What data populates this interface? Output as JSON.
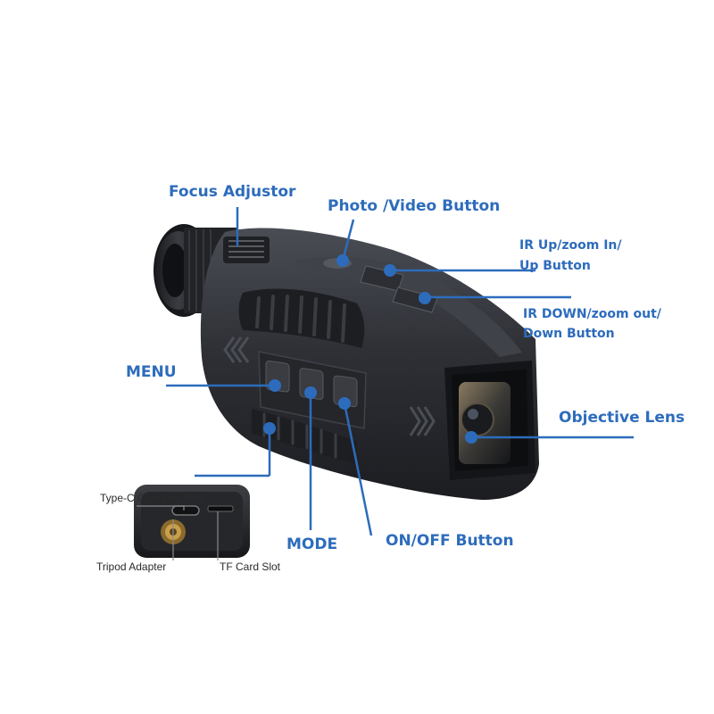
{
  "labels": {
    "focus_adjustor": "Focus Adjustor",
    "photo_video": "Photo /Video Button",
    "ir_up_line1": "IR Up/zoom In/",
    "ir_up_line2": "Up Button",
    "ir_down_line1": "IR DOWN/zoom out/",
    "ir_down_line2": "Down Button",
    "menu": "MENU",
    "objective_lens": "Objective Lens",
    "mode": "MODE",
    "on_off": "ON/OFF Button",
    "type_c": "Type-C Charging Port",
    "tripod": "Tripod Adapter",
    "tf_card": "TF Card Slot"
  },
  "colors": {
    "label": "#2d6cbc",
    "leader_line": "#2d6cbc",
    "device_body": "#2a2c31",
    "small_label": "#2b2b2b"
  }
}
